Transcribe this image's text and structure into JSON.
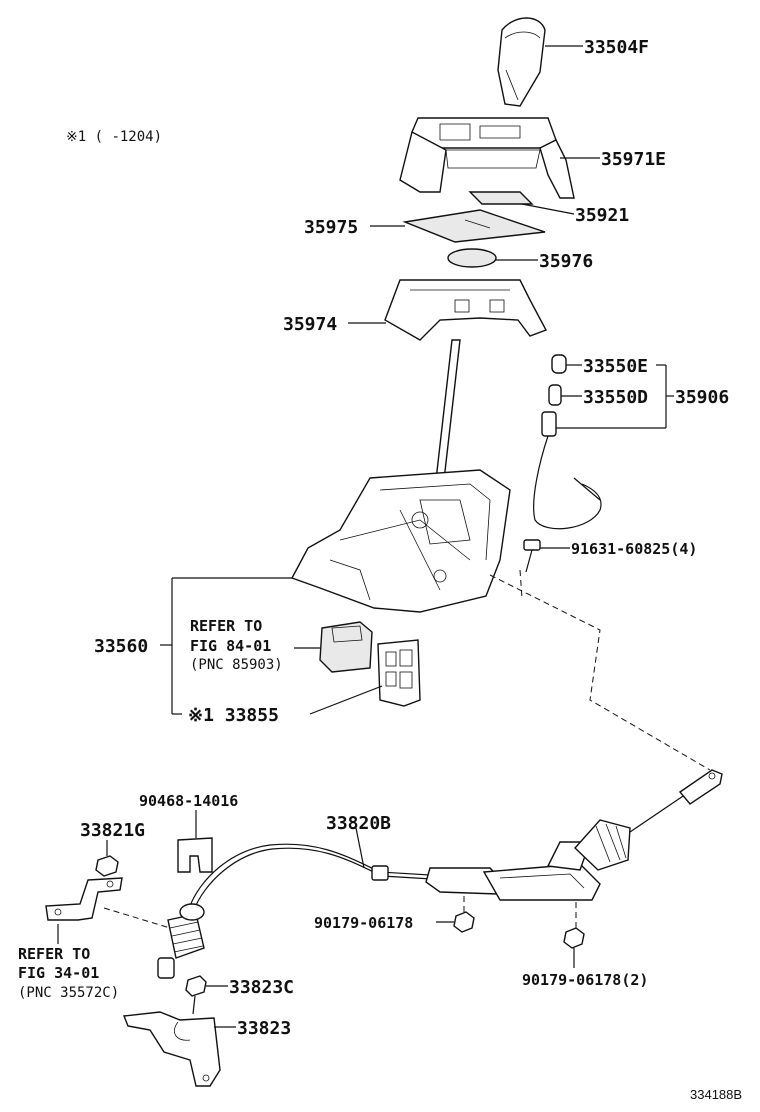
{
  "note": "※1 (      -1204)",
  "figure_id": "334188B",
  "labels": {
    "p33504F": "33504F",
    "p35971E": "35971E",
    "p35921": "35921",
    "p35975": "35975",
    "p35976": "35976",
    "p35974": "35974",
    "p33550E": "33550E",
    "p33550D": "33550D",
    "p35906": "35906",
    "p91631": "91631-60825(4)",
    "p33560": "33560",
    "p33855": "※1 33855",
    "p90468": "90468-14016",
    "p33821G": "33821G",
    "p33820B": "33820B",
    "p90179a": "90179-06178",
    "p90179b": "90179-06178(2)",
    "p33823C": "33823C",
    "p33823": "33823"
  },
  "refer1": {
    "line1": "REFER TO",
    "line2": "FIG 84-01",
    "line3": "(PNC 85903)"
  },
  "refer2": {
    "line1": "REFER TO",
    "line2": "FIG 34-01",
    "line3": "(PNC 35572C)"
  }
}
